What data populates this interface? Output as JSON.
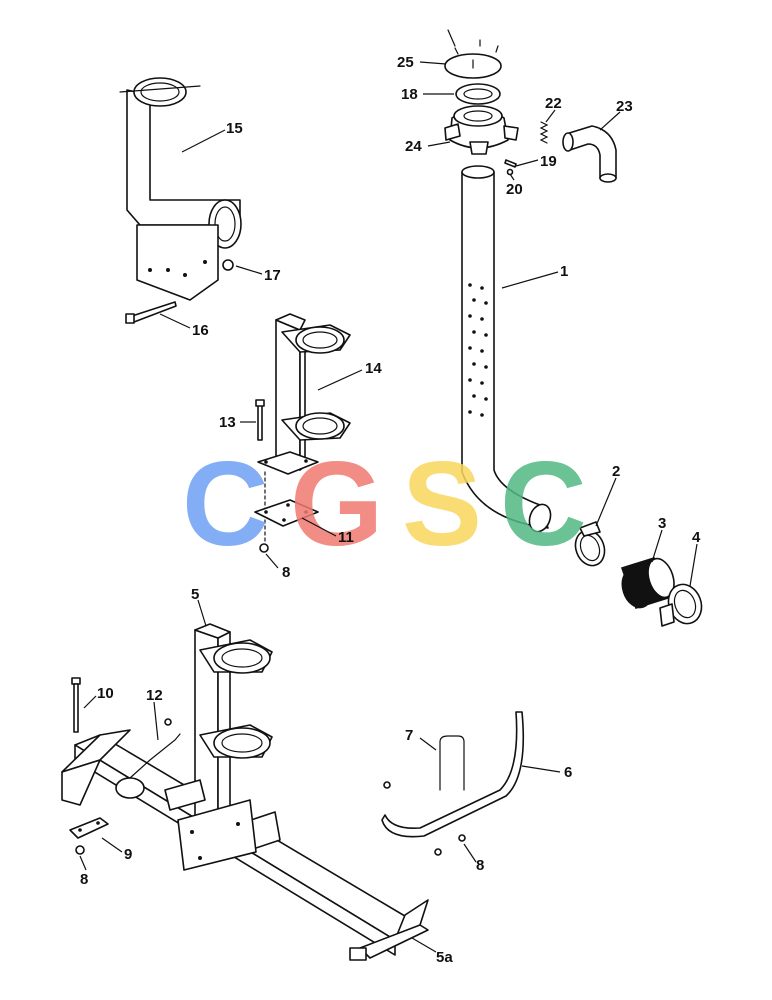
{
  "watermark": {
    "letters": [
      "C",
      "G",
      "S",
      "C"
    ],
    "colors": [
      "#6ea0f5",
      "#f07a72",
      "#fad65e",
      "#52b882"
    ]
  },
  "callouts": {
    "c1": "1",
    "c2": "2",
    "c3": "3",
    "c4": "4",
    "c5": "5",
    "c5a": "5a",
    "c6": "6",
    "c7": "7",
    "c8a": "8",
    "c8b": "8",
    "c8c": "8",
    "c9": "9",
    "c10": "10",
    "c11": "11",
    "c12": "12",
    "c13": "13",
    "c14": "14",
    "c15": "15",
    "c16": "16",
    "c17": "17",
    "c18": "18",
    "c19": "19",
    "c20": "20",
    "c22": "22",
    "c23": "23",
    "c24": "24",
    "c25": "25"
  }
}
